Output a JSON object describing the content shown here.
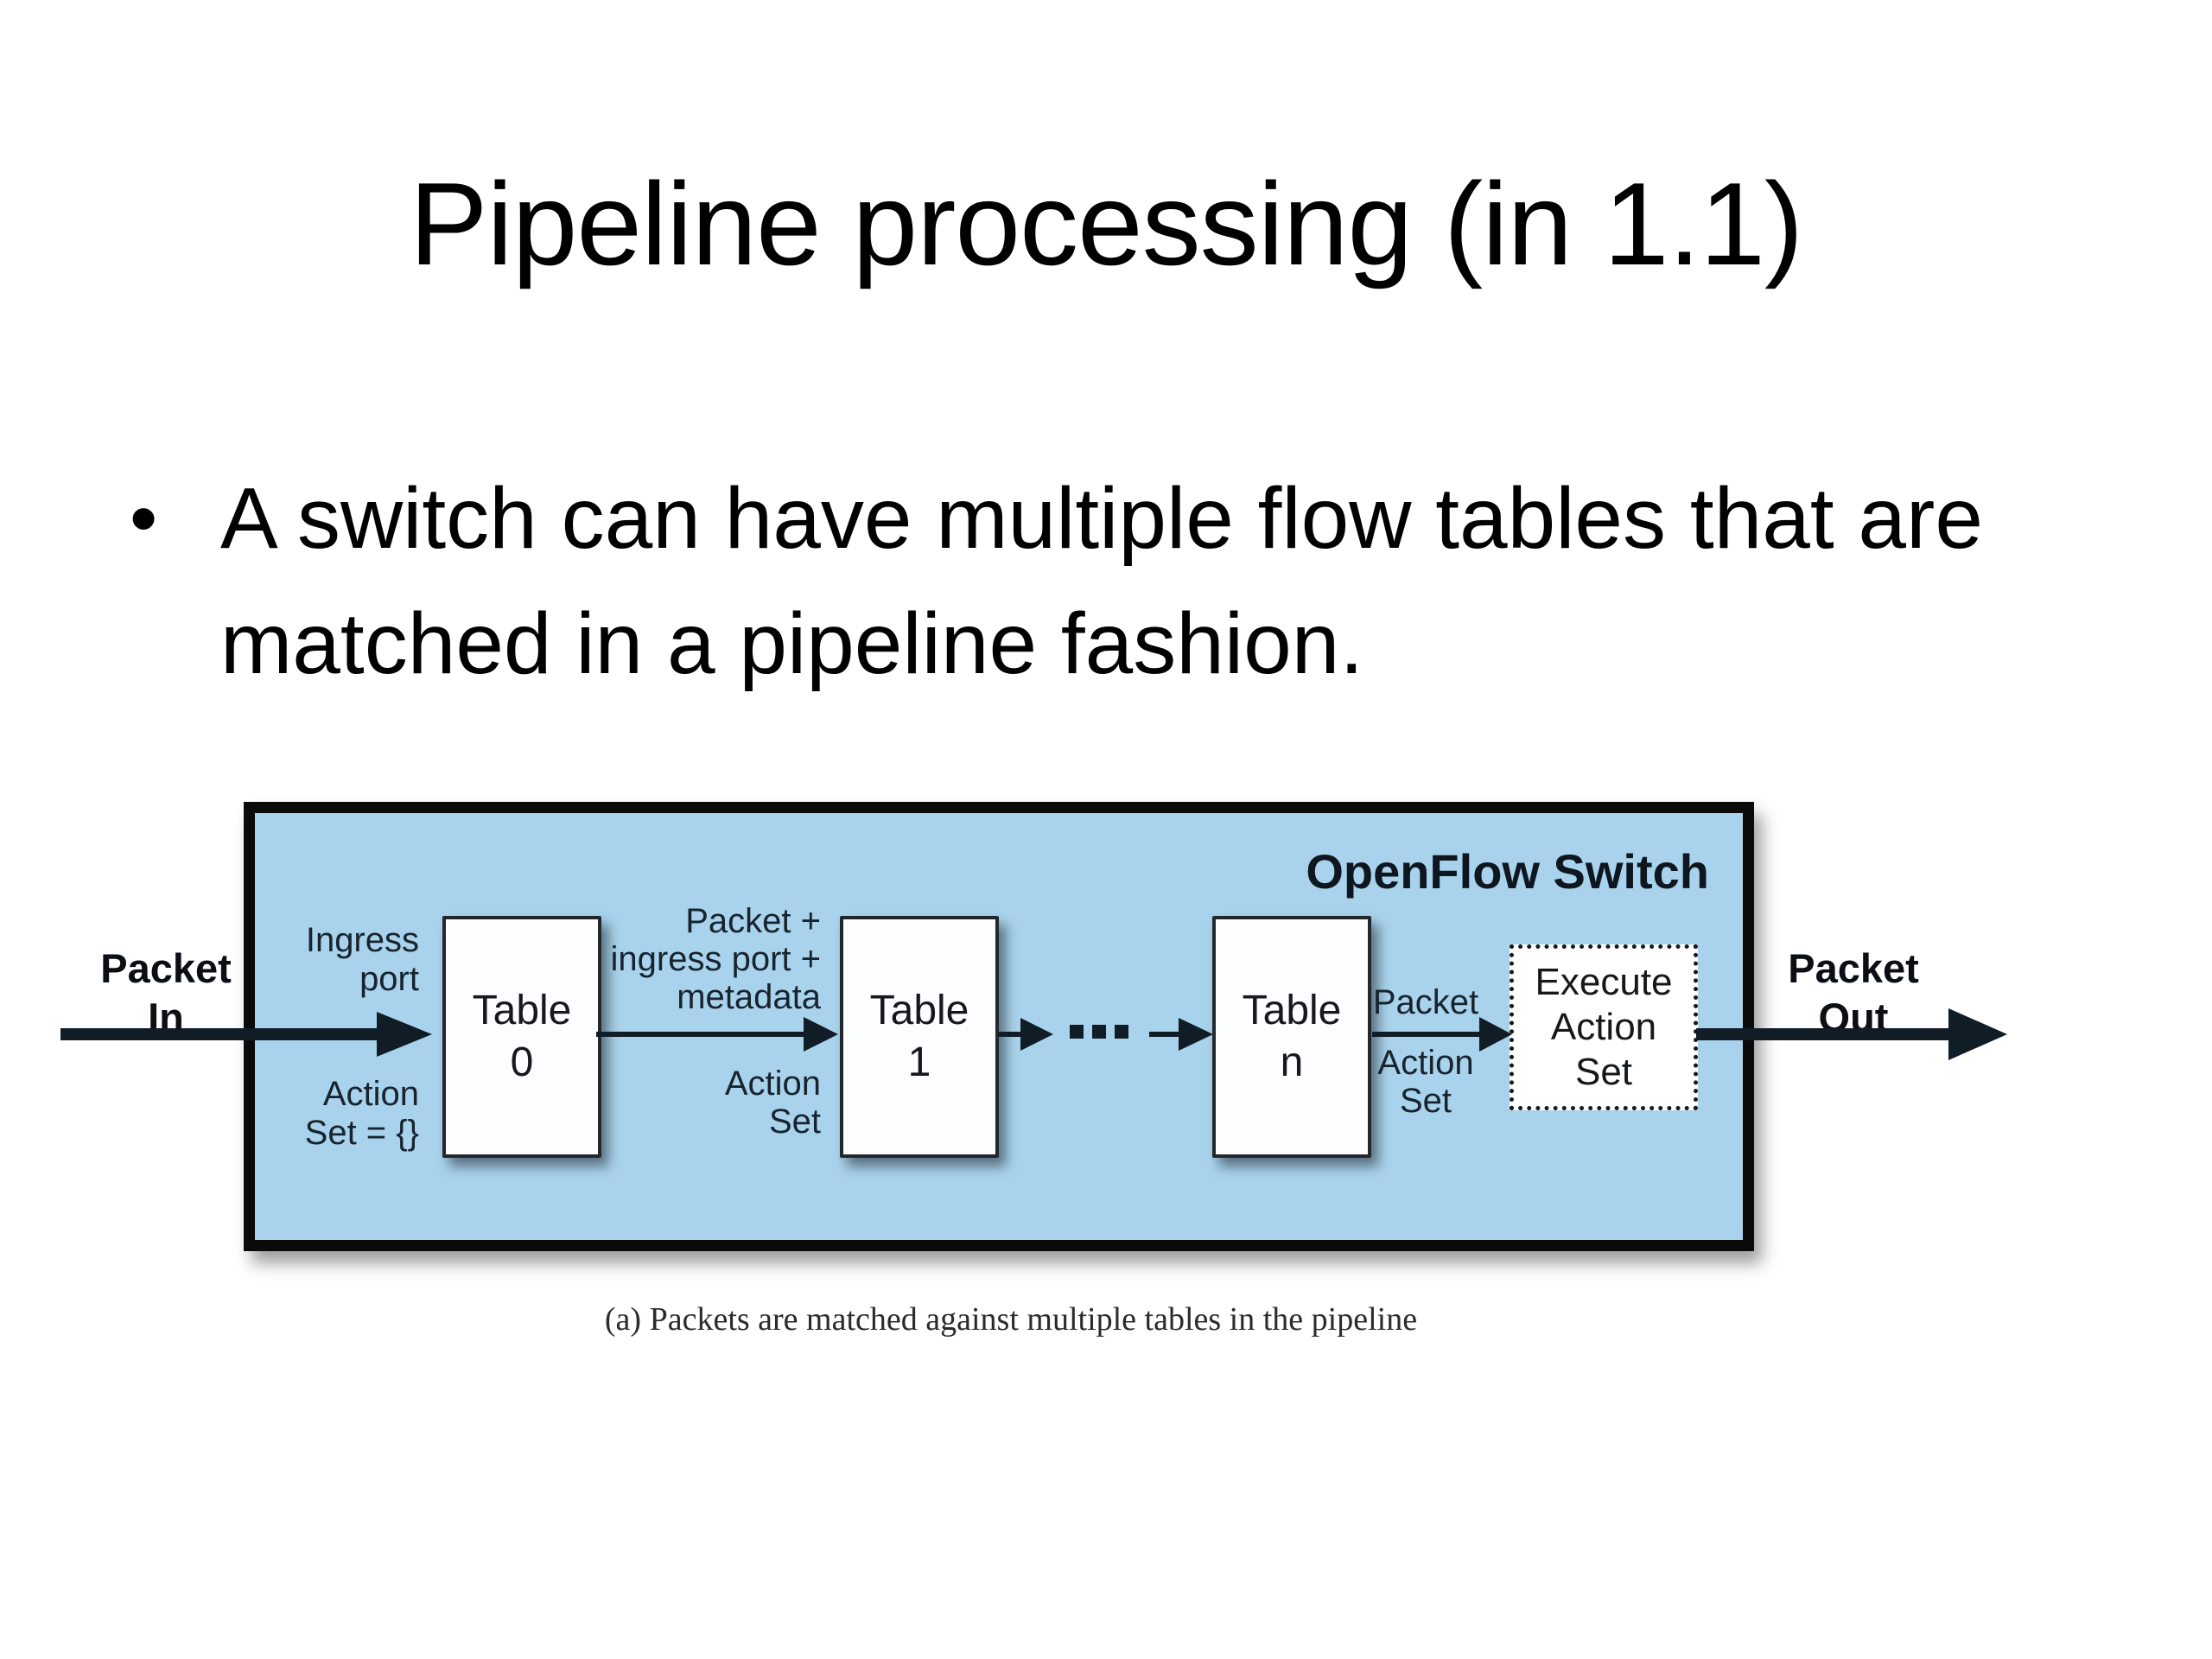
{
  "slide": {
    "title": "Pipeline processing (in 1.1)",
    "bullet_marker": "•",
    "bullet_text": "A switch can have multiple flow tables that are matched in a pipeline fashion."
  },
  "diagram": {
    "switch_label": "OpenFlow Switch",
    "packet_in_label": "Packet\nIn",
    "packet_out_label": "Packet\nOut",
    "ingress_port_label": "Ingress\nport",
    "initial_action_set_label": "Action\nSet = {}",
    "tables": [
      {
        "label": "Table\n0"
      },
      {
        "label": "Table\n1"
      },
      {
        "label": "Table\nn"
      }
    ],
    "between_tables_label": "Packet +\ningress port +\nmetadata",
    "action_set_after_table0_label": "Action\nSet",
    "packet_before_execute_label": "Packet",
    "action_set_before_execute_label": "Action\nSet",
    "execute_box_label": "Execute\nAction\nSet",
    "caption": "(a) Packets are matched against multiple tables in the pipeline",
    "colors": {
      "switch_fill": "#a9d3ec",
      "box_border": "#0a0a0a",
      "arrow": "#101c26",
      "label_text": "#17242e",
      "table_text": "#16191c",
      "caption_text": "#2b2b2b"
    }
  }
}
